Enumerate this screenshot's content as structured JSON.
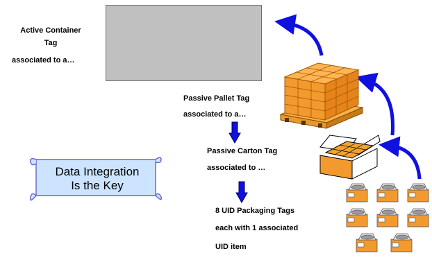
{
  "labels": {
    "active_line1": "Active Container",
    "active_line2": "Tag",
    "active_line3": "associated to a…",
    "pallet_line1": "Passive Pallet Tag",
    "pallet_line2": "associated to a…",
    "carton_line1": "Passive Carton Tag",
    "carton_line2": "associated to …",
    "uid_line1": "8 UID Packaging Tags",
    "uid_line2": "each with 1 associated",
    "uid_line3": "UID item"
  },
  "scroll": {
    "line1": "Data Integration",
    "line2": "Is the Key"
  },
  "colors": {
    "container_fill": "#c0c0c0",
    "arrow_blue": "#1010e0",
    "box_orange": "#f08c1e",
    "scroll_fill": "#cce4ff"
  }
}
